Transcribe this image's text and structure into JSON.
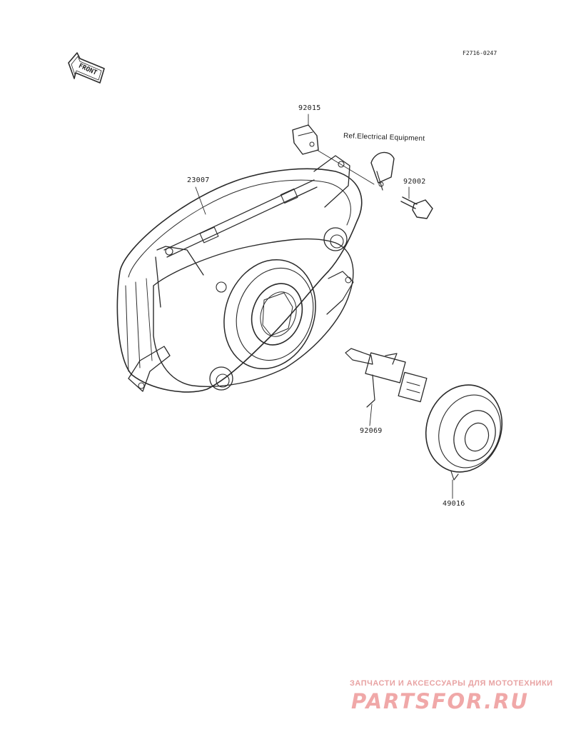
{
  "figure_code": "F2716-0247",
  "front_arrow": {
    "label": "FRONT",
    "icon": "front-arrow-icon"
  },
  "parts": {
    "headlight_assembly": {
      "number": "23007"
    },
    "rubber_cap": {
      "number": "92015"
    },
    "bracket_ref": {
      "text": "Ref.Electrical Equipment"
    },
    "bolt": {
      "number": "92002"
    },
    "bulb": {
      "number": "92069"
    },
    "socket_cover": {
      "number": "49016"
    }
  },
  "watermark": {
    "tagline": "ЗАПЧАСТИ И АКСЕССУАРЫ ДЛЯ МОТОТЕХНИКИ",
    "logo": "PARTSFOR.RU"
  },
  "colors": {
    "line": "#2a2a2a",
    "background": "#ffffff",
    "watermark": "#f0a8a8"
  }
}
